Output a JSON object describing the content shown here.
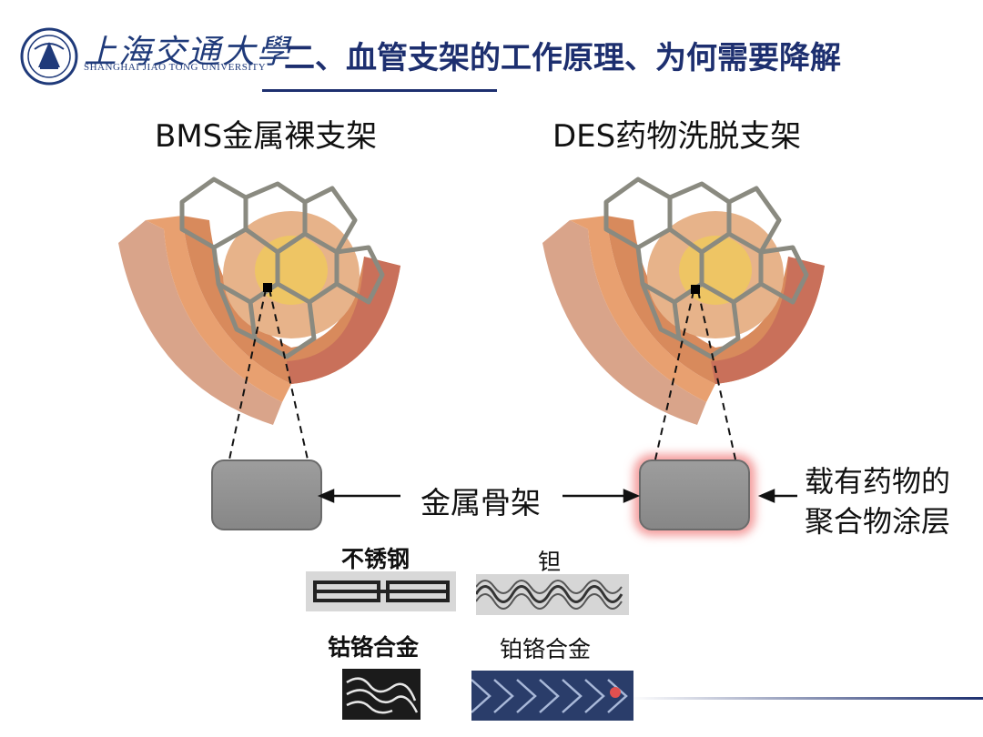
{
  "header": {
    "logo_cn": "上海交通大學",
    "logo_en": "SHANGHAI JIAO TONG UNIVERSITY",
    "title": "二、血管支架的工作原理、为何需要降解"
  },
  "columns": {
    "bms_heading": "BMS金属裸支架",
    "des_heading": "DES药物洗脱支架"
  },
  "diagram": {
    "metal_label": "金属骨架",
    "coating_label_line1": "载有药物的",
    "coating_label_line2": "聚合物涂层"
  },
  "materials": [
    {
      "name": "不锈钢"
    },
    {
      "name": "钽"
    },
    {
      "name": "钴铬合金"
    },
    {
      "name": "铂铬合金"
    }
  ],
  "colors": {
    "title_navy": "#1d2f6f",
    "coating_glow": "#eb5050",
    "strut_grey": "#8f8f8f"
  }
}
